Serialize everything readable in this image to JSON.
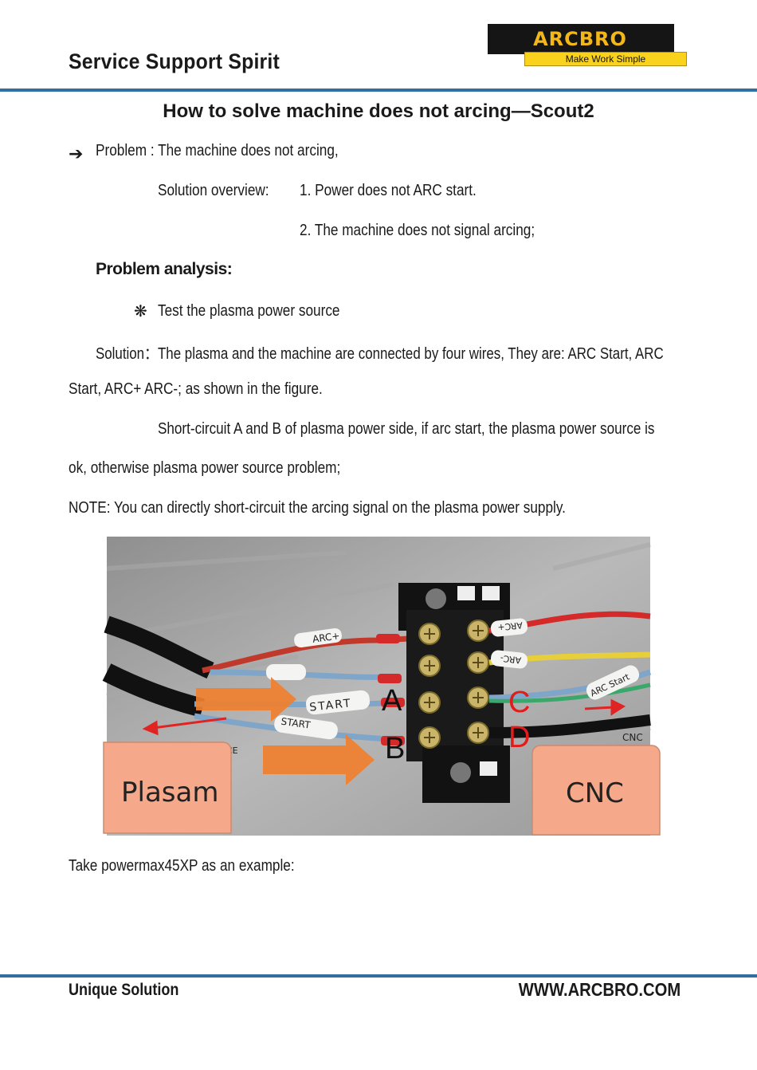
{
  "header": {
    "title": "Service Support Spirit",
    "logo_text": "ARCBRO",
    "logo_tagline": "Make Work Simple"
  },
  "doc_title": "How to solve machine does not arcing—Scout2",
  "problem": {
    "text": "Problem : The machine does not arcing,",
    "overview_label": "Solution overview:",
    "overview_items": [
      "1. Power does not ARC start.",
      "2. The machine does not signal arcing;"
    ]
  },
  "analysis": {
    "heading": "Problem analysis:",
    "bullet": "Test the plasma power source",
    "solution_line1": "Solution：The plasma and the machine are connected by four wires, They are: ARC Start, ARC",
    "solution_line2": "Start, ARC+ ARC-; as shown in the figure.",
    "short_line1": "Short-circuit A and B of plasma power side, if arc start, the plasma power source is",
    "short_line2": "ok, otherwise plasma power source problem;",
    "note": "NOTE: You can directly short-circuit the arcing signal on the plasma power supply."
  },
  "figure": {
    "terminal_labels": [
      "A",
      "B",
      "C",
      "D"
    ],
    "wire_labels": [
      "ARC+",
      "START",
      "START",
      "ARC+",
      "ARC-",
      "ARC Start"
    ],
    "side_labels": [
      "CE",
      "CNC"
    ],
    "box_left": "Plasam",
    "box_right": "CNC",
    "colors": {
      "arrow_orange": "#f07f2e",
      "box_fill": "#f6a98a",
      "label_red": "#e21b1b"
    }
  },
  "example_text": "Take powermax45XP as an example:",
  "footer": {
    "left": "Unique Solution",
    "right": "WWW.ARCBRO.COM"
  }
}
